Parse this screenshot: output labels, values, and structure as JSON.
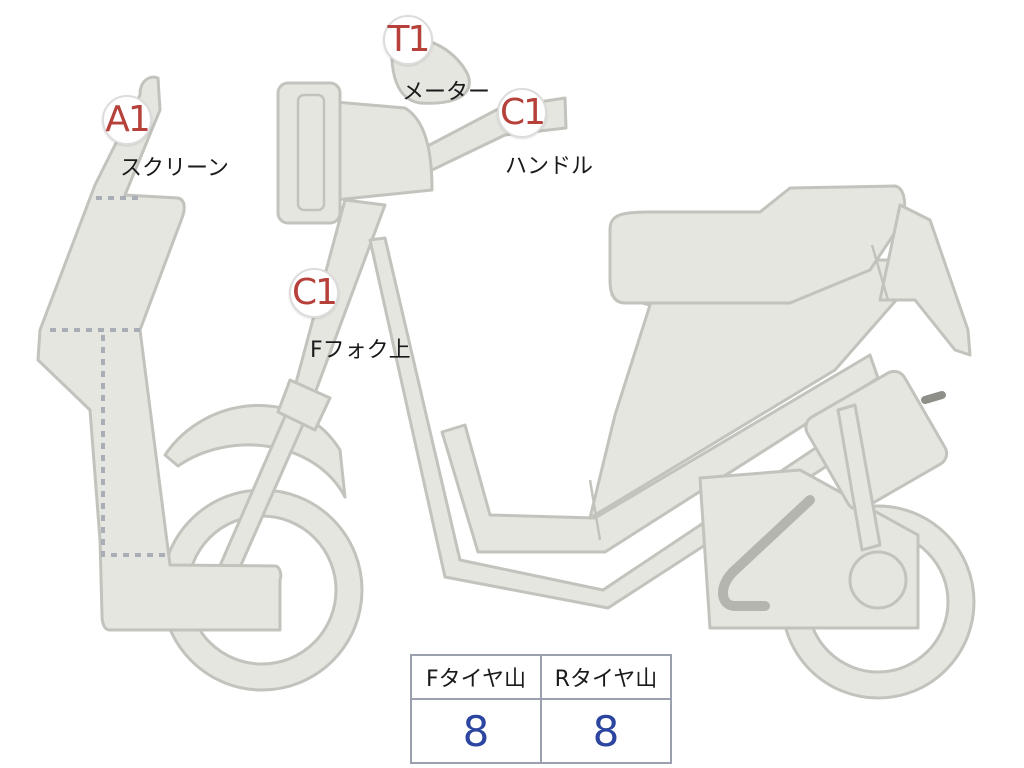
{
  "markers": {
    "screen": {
      "code": "A1",
      "label": "スクリーン"
    },
    "meter": {
      "code": "T1",
      "label": "メーター"
    },
    "handle": {
      "code": "C1",
      "label": "ハンドル"
    },
    "front_fork": {
      "code": "C1",
      "label": "Fフォク上"
    }
  },
  "tire_tread": {
    "headers": {
      "front": "Fタイヤ山",
      "rear": "Rタイヤ山"
    },
    "values": {
      "front": "8",
      "rear": "8"
    }
  },
  "colors": {
    "body": "#e6e6e1",
    "outline": "#c3c3bd",
    "code_text": "#b5413a",
    "value_text": "#2b45a0",
    "table_border": "#9aa0ad"
  }
}
